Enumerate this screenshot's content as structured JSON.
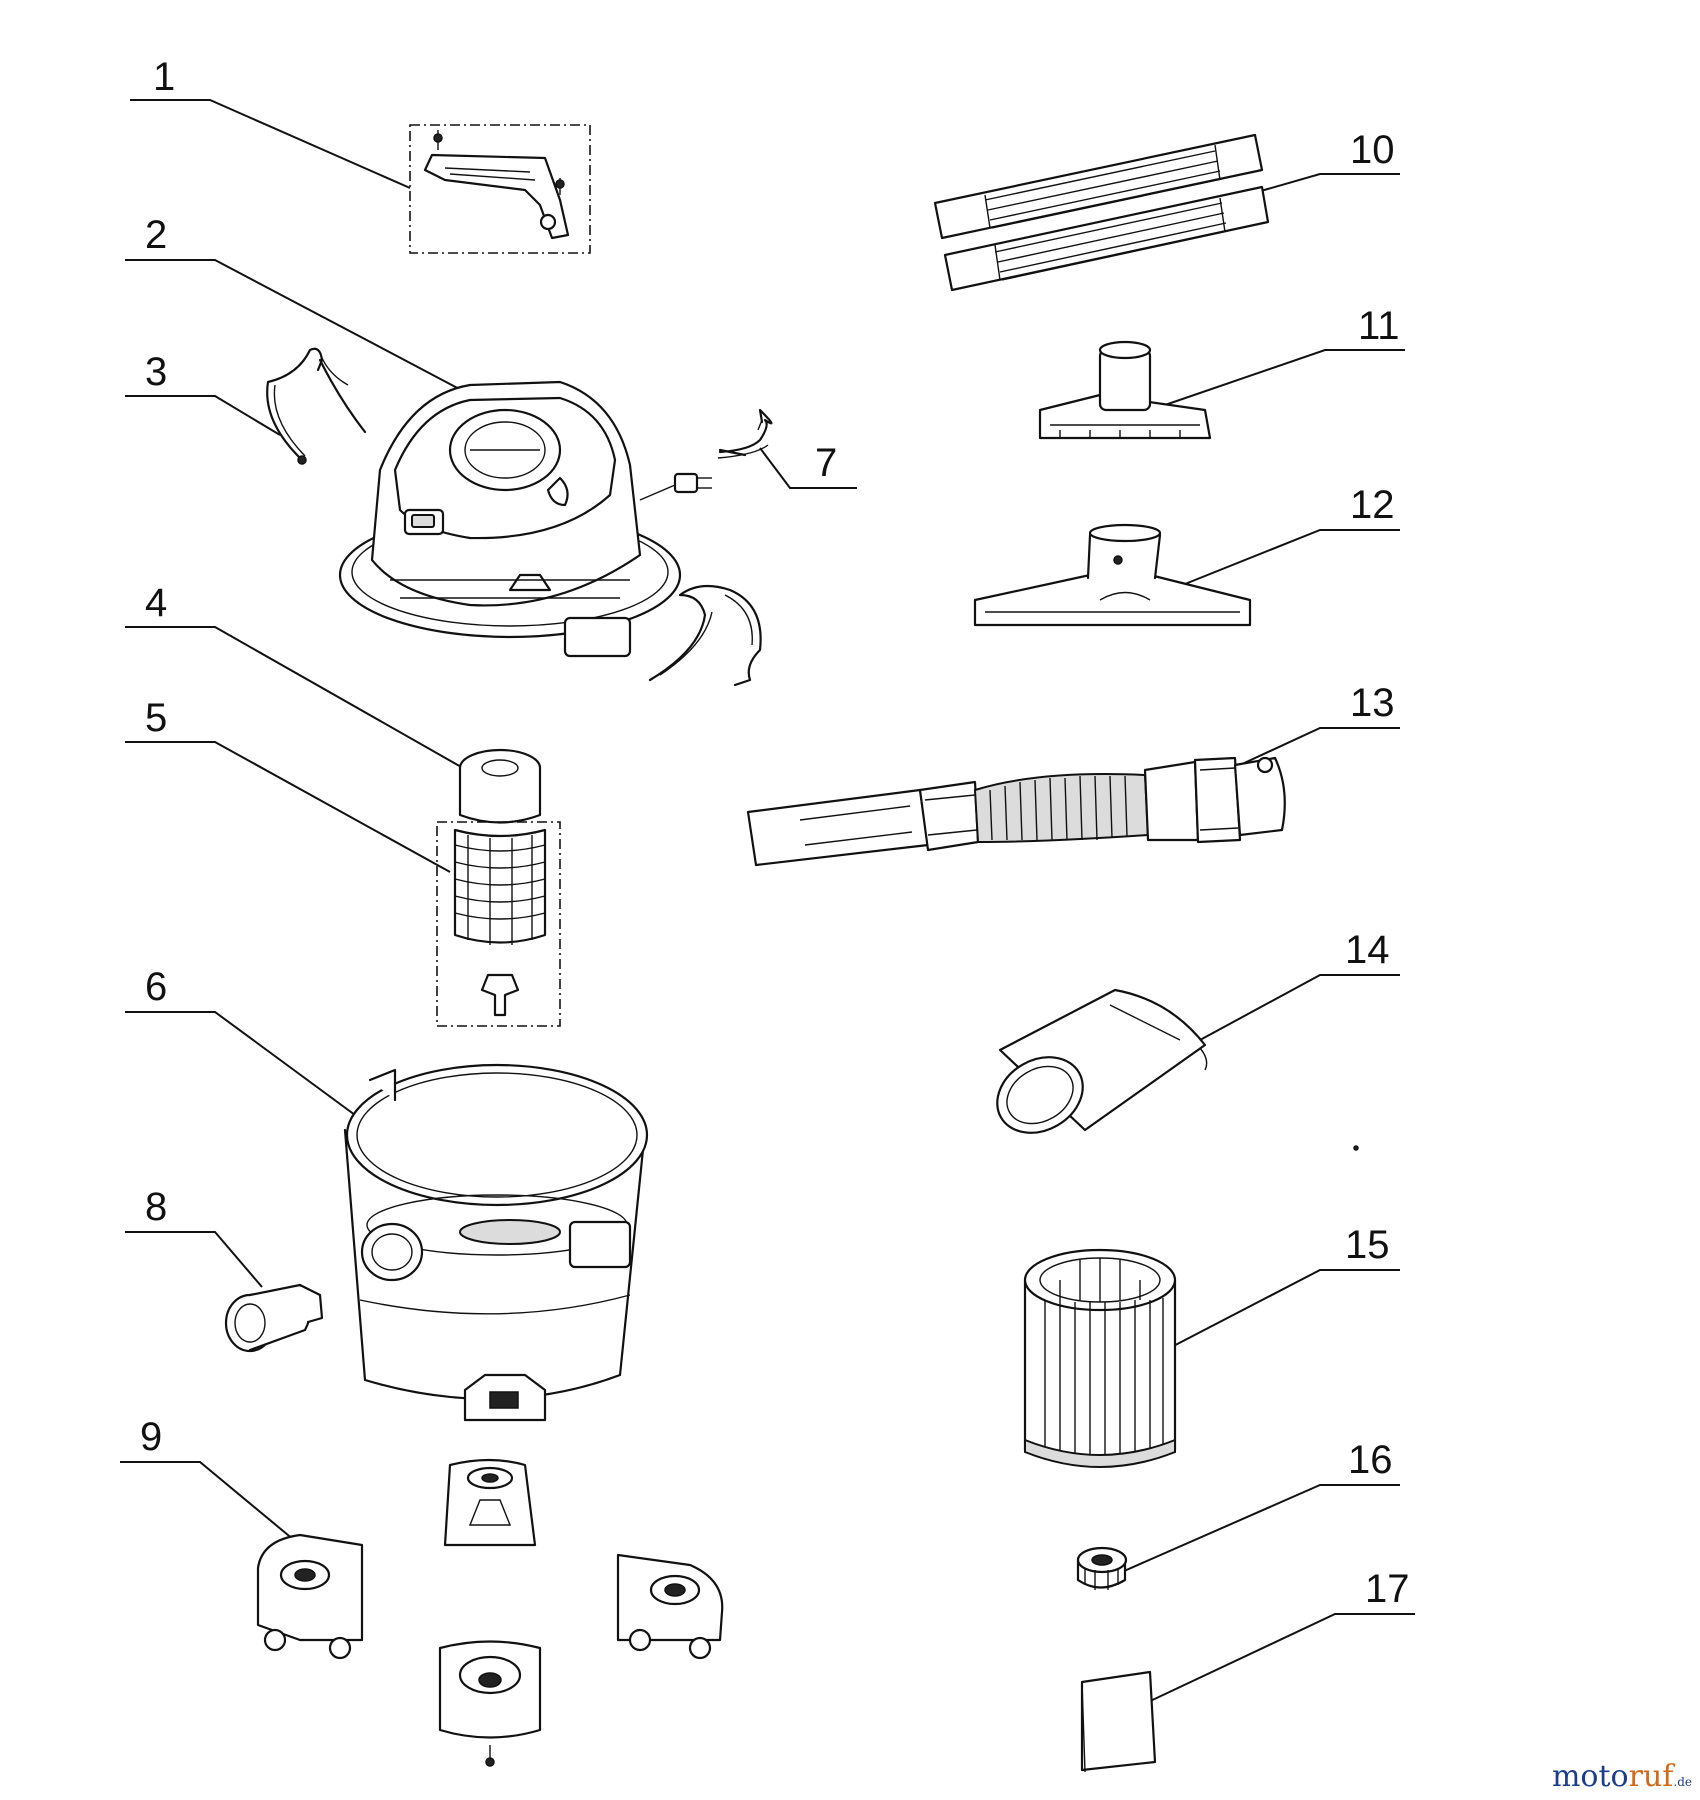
{
  "callouts": [
    {
      "id": "1",
      "part": "handle"
    },
    {
      "id": "2",
      "part": "power-head"
    },
    {
      "id": "3",
      "part": "latch"
    },
    {
      "id": "4",
      "part": "foam-sleeve"
    },
    {
      "id": "5",
      "part": "filter-cage"
    },
    {
      "id": "6",
      "part": "drum"
    },
    {
      "id": "7",
      "part": "latch"
    },
    {
      "id": "8",
      "part": "inlet-adapter"
    },
    {
      "id": "9",
      "part": "caster"
    },
    {
      "id": "10",
      "part": "extension-wands"
    },
    {
      "id": "11",
      "part": "utility-nozzle"
    },
    {
      "id": "12",
      "part": "floor-nozzle"
    },
    {
      "id": "13",
      "part": "hose"
    },
    {
      "id": "14",
      "part": "car-nozzle"
    },
    {
      "id": "15",
      "part": "cartridge-filter"
    },
    {
      "id": "16",
      "part": "filter-nut"
    },
    {
      "id": "17",
      "part": "manual"
    }
  ],
  "watermark": {
    "part1": "moto",
    "part2": "ruf",
    "suffix": ".de"
  }
}
